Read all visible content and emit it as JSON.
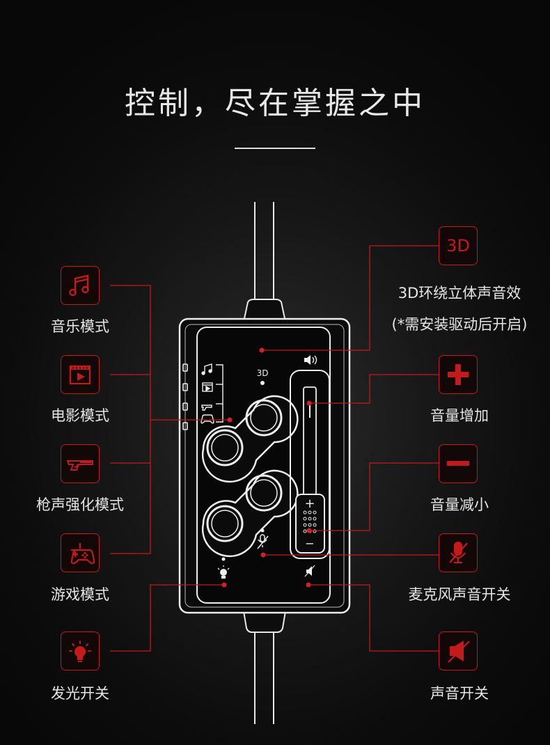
{
  "title": "控制，尽在掌握之中",
  "device": {
    "label_3d": "3D",
    "volume_plus": "+",
    "volume_minus": "−"
  },
  "features_left": [
    {
      "label": "音乐模式",
      "icon": "music-note-icon"
    },
    {
      "label": "电影模式",
      "icon": "movie-play-icon"
    },
    {
      "label": "枪声强化模式",
      "icon": "gun-icon"
    },
    {
      "label": "游戏模式",
      "icon": "gamepad-icon"
    },
    {
      "label": "发光开关",
      "icon": "light-bulb-icon"
    }
  ],
  "features_right": [
    {
      "label": "3D环绕立体声音效",
      "note": "(*需安装驱动后开启)",
      "icon": "3d-icon",
      "icon_text": "3D"
    },
    {
      "label": "音量增加",
      "icon": "plus-icon"
    },
    {
      "label": "音量减小",
      "icon": "minus-icon"
    },
    {
      "label": "麦克风声音开关",
      "icon": "mic-mute-icon"
    },
    {
      "label": "声音开关",
      "icon": "speaker-mute-icon"
    }
  ],
  "colors": {
    "accent": "#c31a1a",
    "background": "#111111",
    "line": "#e0e0e0"
  }
}
